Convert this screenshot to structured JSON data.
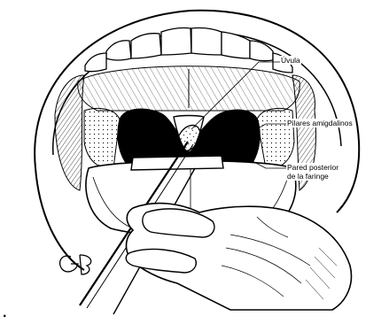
{
  "labels": {
    "uvula": "Úvula",
    "pilares": "Pilares amigdalinos",
    "pared_line1": "Pared posterior",
    "pared_line2": "de la faringe"
  },
  "signature": "GB",
  "trailing_mark": ".",
  "colors": {
    "ink": "#000000",
    "paper": "#ffffff",
    "tongue_shade": "#d8d8d8"
  }
}
